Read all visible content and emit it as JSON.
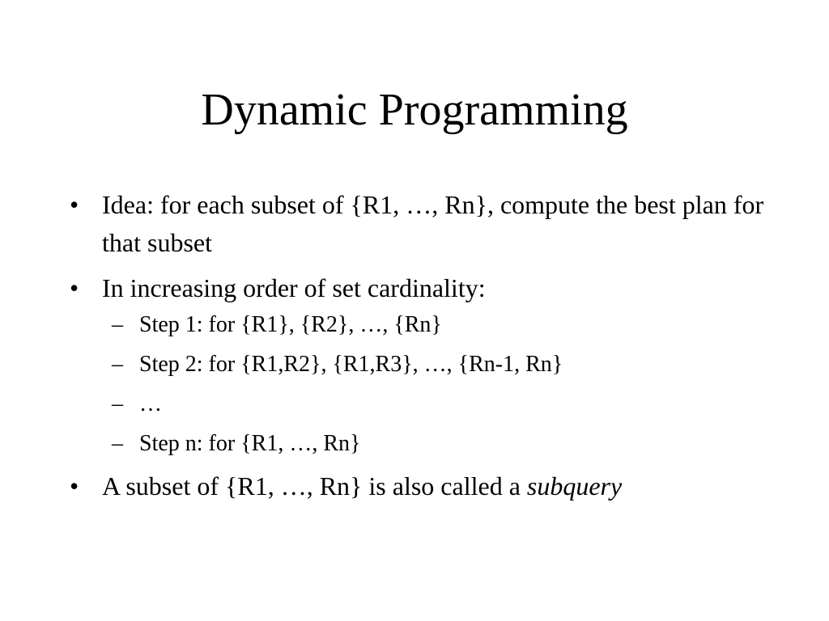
{
  "slide": {
    "title": "Dynamic Programming",
    "bullet_marker": "•",
    "sub_marker": "–",
    "bullets": [
      {
        "text": "Idea: for each subset of {R1, …, Rn}, compute the best plan for that subset"
      },
      {
        "text": "In increasing order of set cardinality:"
      },
      {
        "text_before": "A subset of {R1, …, Rn} is also called a ",
        "emphasis": "subquery"
      }
    ],
    "subitems": [
      "Step 1: for {R1}, {R2}, …, {Rn}",
      "Step 2: for {R1,R2}, {R1,R3}, …, {Rn-1, Rn}",
      "…",
      "Step n: for {R1, …, Rn}"
    ]
  }
}
